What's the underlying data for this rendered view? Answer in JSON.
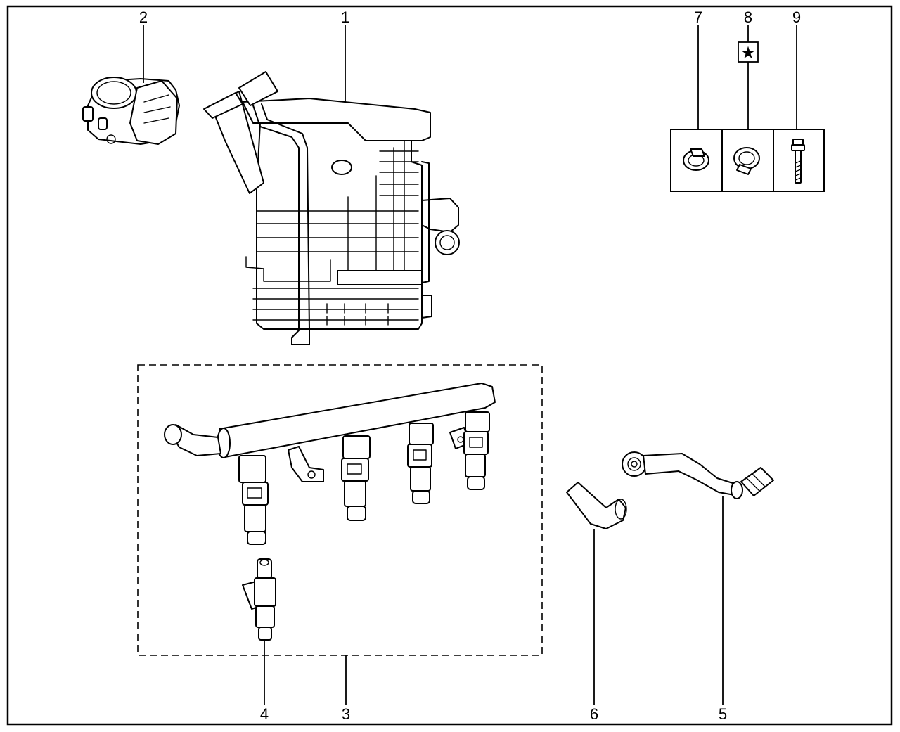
{
  "callouts": {
    "c1": "1",
    "c2": "2",
    "c3": "3",
    "c4": "4",
    "c5": "5",
    "c6": "6",
    "c7": "7",
    "c8": "8",
    "c9": "9"
  },
  "icons": {
    "star_symbol": "★",
    "star_icon_name": "star-icon"
  },
  "parts": [
    "intake-manifold",
    "throttle-body",
    "fuel-rail-assembly",
    "fuel-injector",
    "fuel-hose",
    "vacuum-hose",
    "hose-clamp",
    "hose-clamp-single-use",
    "bolt"
  ]
}
